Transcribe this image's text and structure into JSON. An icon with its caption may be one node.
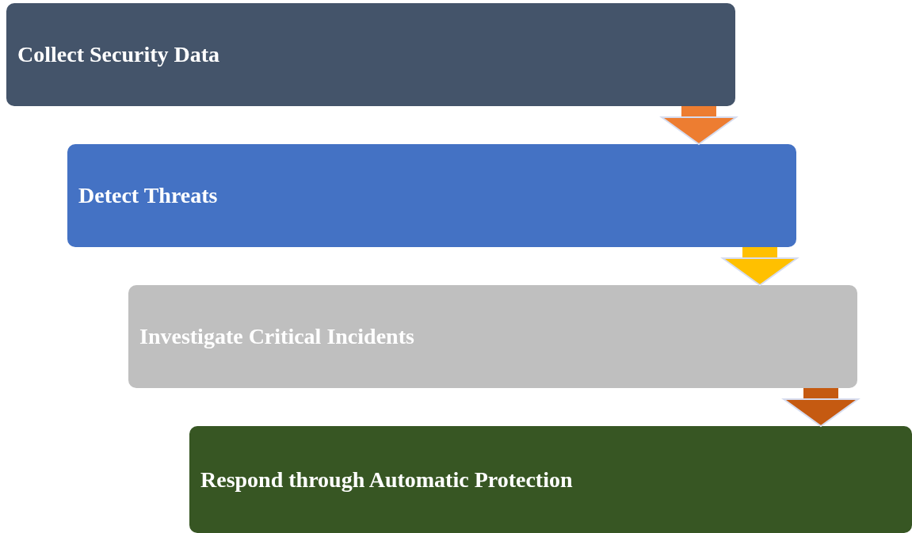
{
  "diagram": {
    "nodes": [
      {
        "text": [
          "Collect Security Data"
        ]
      },
      {
        "text": [
          "Detect Threats"
        ]
      },
      {
        "text": [
          "Investigate Critical Incidents"
        ]
      },
      {
        "text": [
          "Respond through Automatic Protection"
        ]
      }
    ],
    "edges": [
      {
        "from": 0,
        "to": 1,
        "arrow": "to",
        "color": "#ed7d31"
      },
      {
        "from": 1,
        "to": 2,
        "arrow": "to",
        "color": "#ffc000"
      },
      {
        "from": 2,
        "to": 3,
        "arrow": "to",
        "color": "#c55a11"
      }
    ]
  }
}
